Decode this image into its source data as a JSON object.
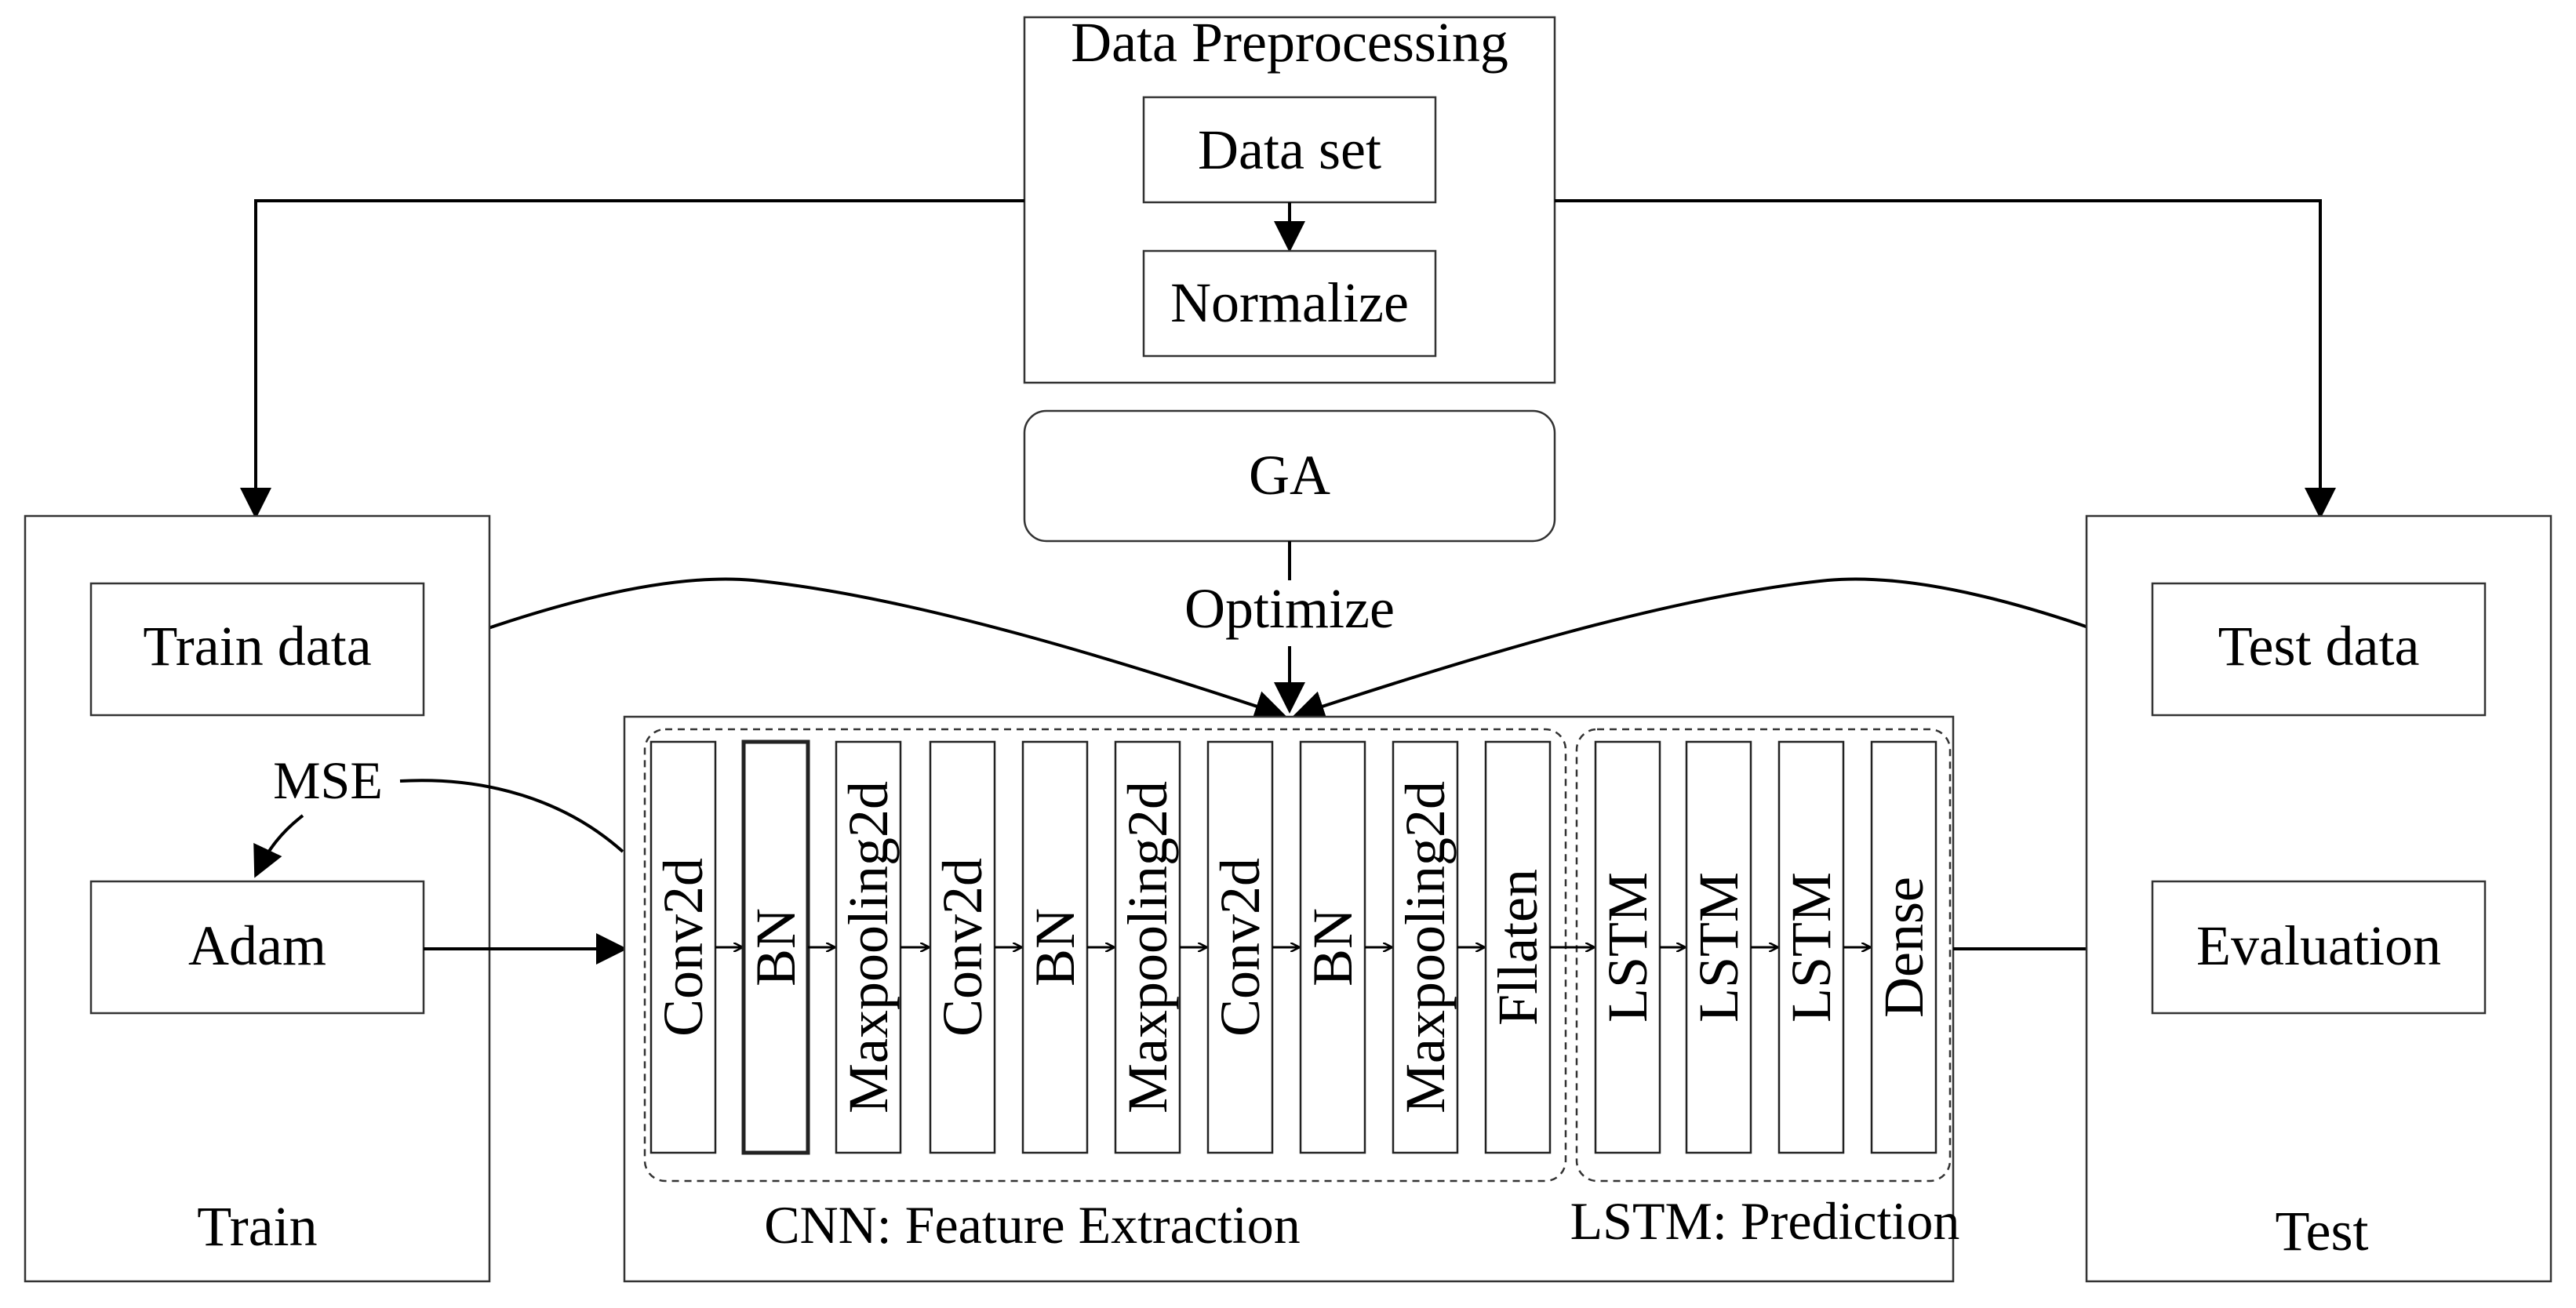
{
  "preprocessing": {
    "title": "Data Preprocessing",
    "dataset": "Data set",
    "normalize": "Normalize"
  },
  "ga": {
    "label": "GA",
    "optimize": "Optimize"
  },
  "train": {
    "title": "Train",
    "data": "Train data",
    "optimizer": "Adam",
    "loss": "MSE"
  },
  "test": {
    "title": "Test",
    "data": "Test data",
    "evaluation": "Evaluation"
  },
  "cnn": {
    "caption": "CNN: Feature Extraction",
    "layers": [
      "Conv2d",
      "BN",
      "Maxpooling2d",
      "Conv2d",
      "BN",
      "Maxpooling2d",
      "Conv2d",
      "BN",
      "Maxpooling2d",
      "Fllaten"
    ]
  },
  "lstm": {
    "caption": "LSTM: Prediction",
    "layers": [
      "LSTM",
      "LSTM",
      "LSTM",
      "Dense"
    ]
  }
}
